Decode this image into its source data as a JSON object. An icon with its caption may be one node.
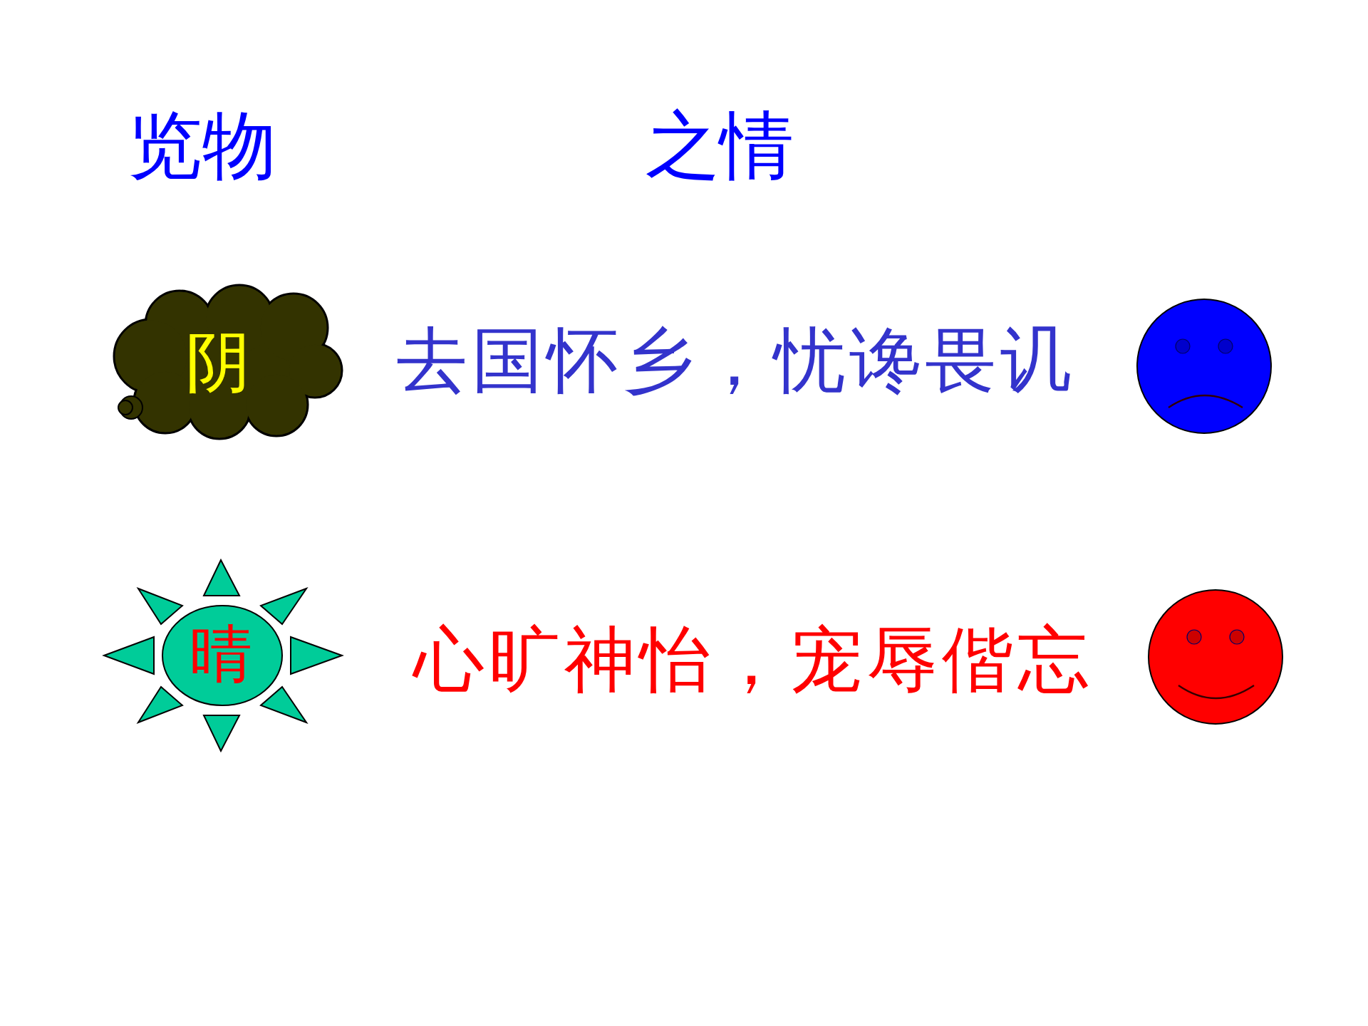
{
  "diagram": {
    "nodes": [
      {
        "text": [
          "阴"
        ]
      },
      {
        "text": [
          "晴"
        ]
      },
      {
        "text": [],
        "shape": "circle"
      },
      {
        "text": [],
        "shape": "circle"
      }
    ],
    "labels": [
      "览物",
      "之情",
      "去国怀乡，忧谗畏讥",
      "心旷神怡，宠辱偕忘"
    ]
  }
}
